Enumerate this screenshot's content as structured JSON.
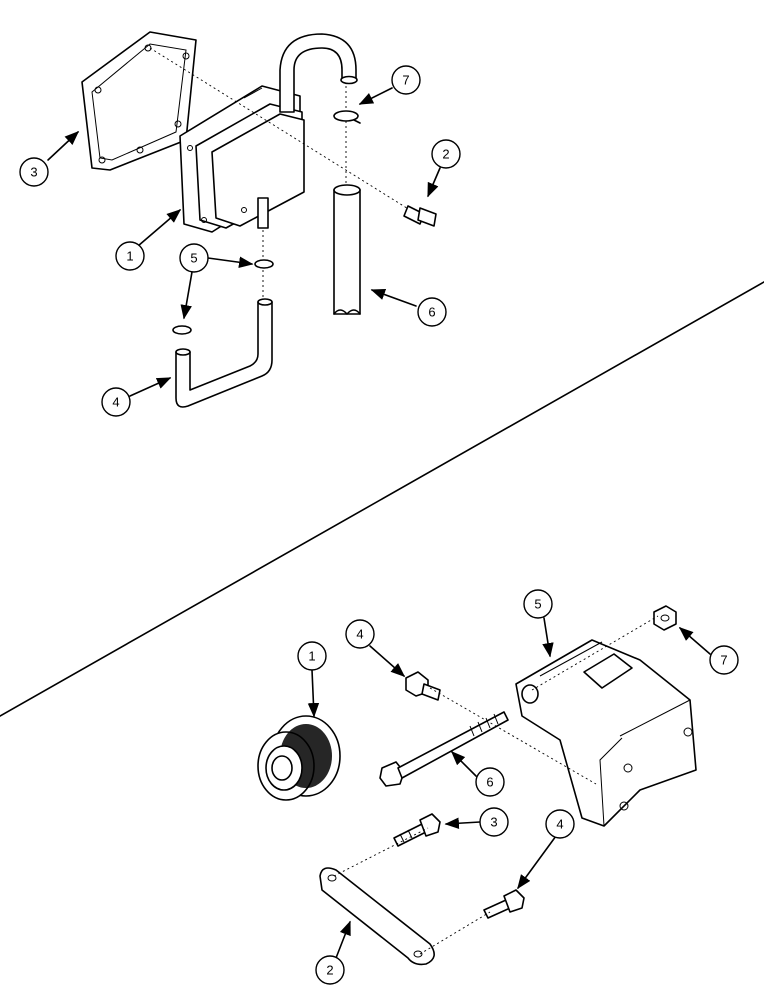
{
  "top_callouts": [
    "1",
    "2",
    "3",
    "4",
    "5",
    "6",
    "7"
  ],
  "bottom_callouts": [
    "1",
    "2",
    "3",
    "4",
    "4",
    "5",
    "6",
    "7"
  ]
}
